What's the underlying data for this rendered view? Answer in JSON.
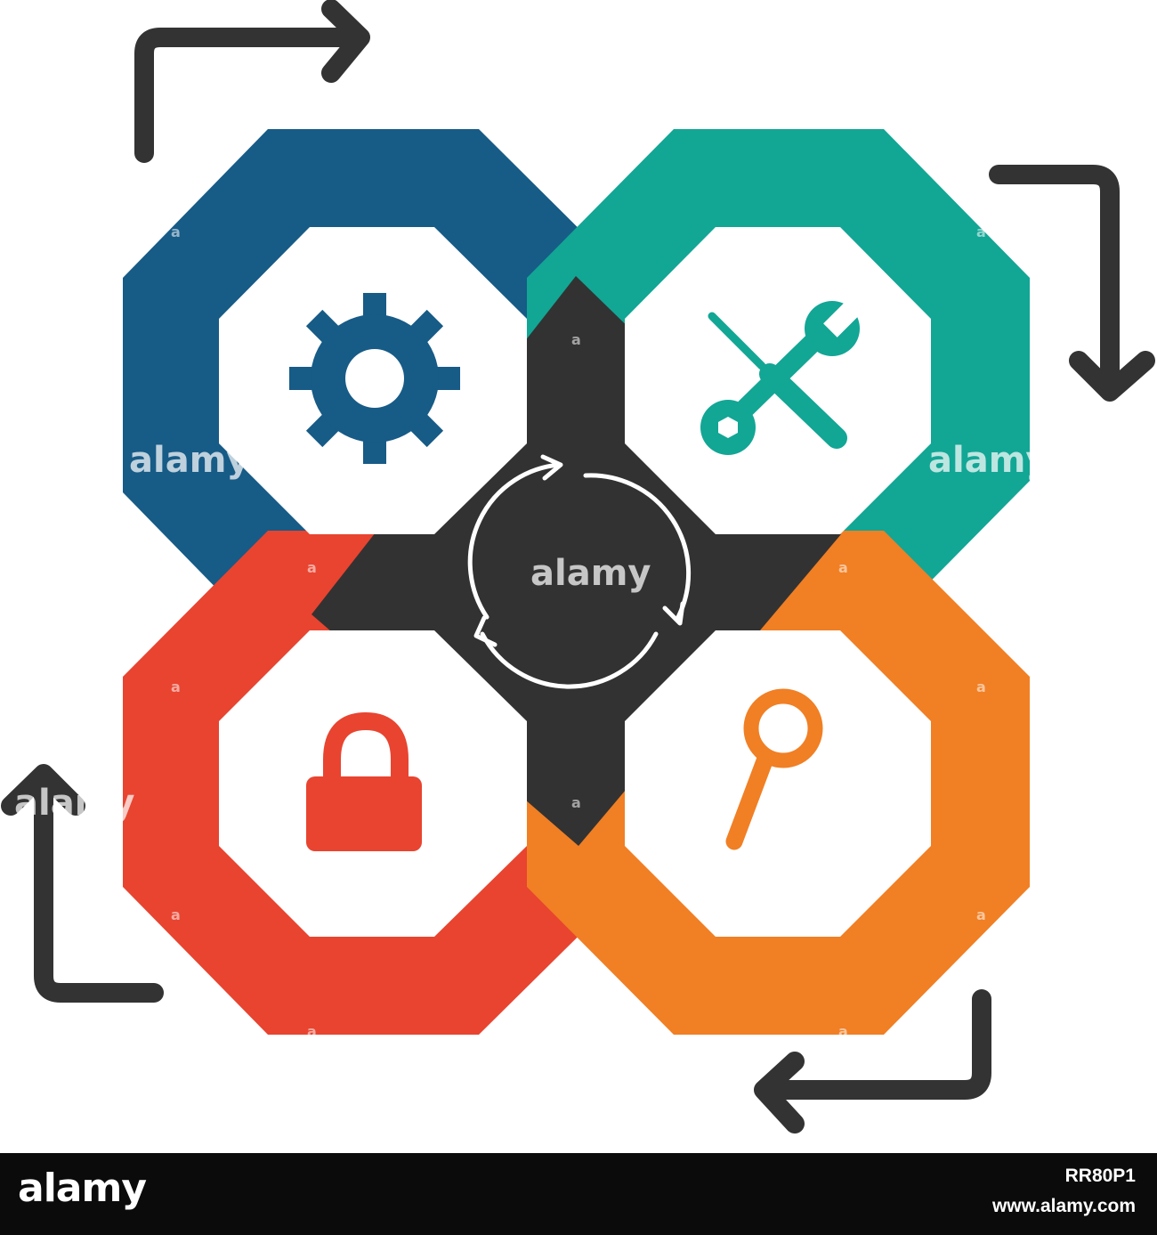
{
  "colors": {
    "blue": "#175b87",
    "teal": "#12a695",
    "red": "#e84430",
    "orange": "#f17f24",
    "center": "#323232",
    "arrow": "#333333",
    "inner": "#ffffff"
  },
  "segments": [
    {
      "id": "top-left",
      "color": "blue",
      "icon": "gear-icon"
    },
    {
      "id": "top-right",
      "color": "teal",
      "icon": "tools-icon"
    },
    {
      "id": "bottom-left",
      "color": "red",
      "icon": "lock-icon"
    },
    {
      "id": "bottom-right",
      "color": "orange",
      "icon": "magnifier-icon"
    }
  ],
  "center_icon": "cycle-arrows-icon",
  "flow_arrows": [
    "arrow-top-right",
    "arrow-right-down",
    "arrow-bottom-left",
    "arrow-left-up"
  ],
  "watermark": {
    "text": "alamy",
    "small_mark": "a"
  },
  "footer": {
    "logo": "alamy",
    "image_id": "RR80P1",
    "url": "www.alamy.com"
  }
}
